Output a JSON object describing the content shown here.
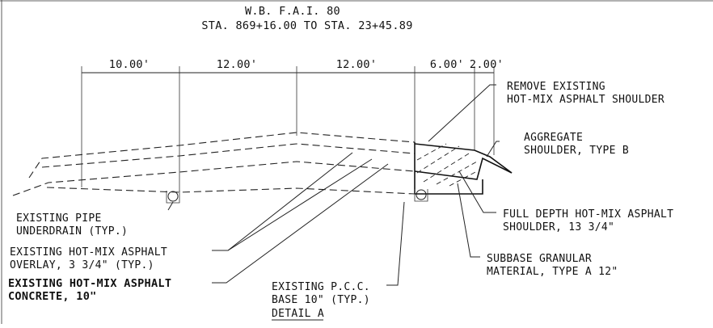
{
  "title": {
    "line1": "W.B. F.A.I. 80",
    "line2": "STA. 869+16.00 TO STA. 23+45.89"
  },
  "dimensions": [
    "10.00'",
    "12.00'",
    "12.00'",
    "6.00'",
    "2.00'"
  ],
  "labels": {
    "remove_existing": [
      "REMOVE EXISTING",
      "HOT-MIX ASPHALT SHOULDER"
    ],
    "aggregate_shoulder": [
      "AGGREGATE",
      "SHOULDER, TYPE B"
    ],
    "full_depth": [
      "FULL DEPTH HOT-MIX ASPHALT",
      "SHOULDER, 13 3/4\""
    ],
    "subbase": [
      "SUBBASE GRANULAR",
      "MATERIAL, TYPE A 12\""
    ],
    "pipe_underdrain": [
      "EXISTING PIPE",
      "UNDERDRAIN (TYP.)"
    ],
    "overlay": [
      "EXISTING HOT-MIX ASPHALT",
      "OVERLAY, 3 3/4\" (TYP.)"
    ],
    "hma_concrete": [
      "EXISTING HOT-MIX ASPHALT",
      "CONCRETE, 10\""
    ],
    "pcc_base": [
      "EXISTING P.C.C.",
      "BASE 10\" (TYP.)"
    ],
    "detail": "DETAIL A"
  }
}
